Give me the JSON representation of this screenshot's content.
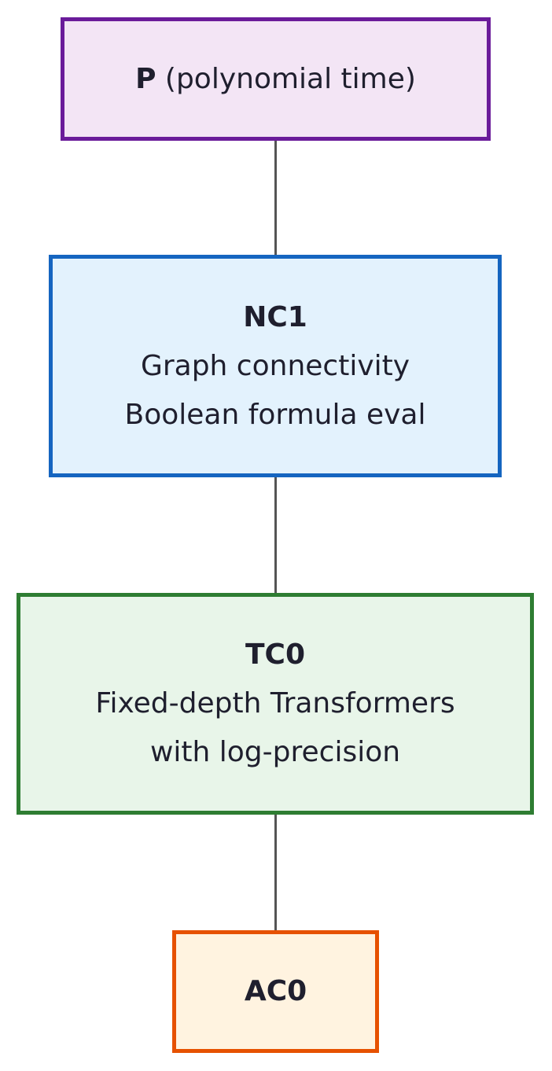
{
  "diagram": {
    "nodes": [
      {
        "id": "P",
        "name": "P",
        "suffix": " (polynomial time)",
        "lines": [],
        "color": "#6a1b9a",
        "fill": "#f3e5f5"
      },
      {
        "id": "NC1",
        "name": "NC1",
        "lines": [
          "Graph connectivity",
          "Boolean formula eval"
        ],
        "color": "#1565c0",
        "fill": "#e3f2fd"
      },
      {
        "id": "TC0",
        "name": "TC0",
        "lines": [
          "Fixed-depth Transformers",
          "with log-precision"
        ],
        "color": "#2e7d32",
        "fill": "#e8f5e9"
      },
      {
        "id": "AC0",
        "name": "AC0",
        "lines": [],
        "color": "#e65100",
        "fill": "#fff3e0"
      }
    ],
    "edges": [
      {
        "from": "P",
        "to": "NC1"
      },
      {
        "from": "NC1",
        "to": "TC0"
      },
      {
        "from": "TC0",
        "to": "AC0"
      }
    ]
  }
}
